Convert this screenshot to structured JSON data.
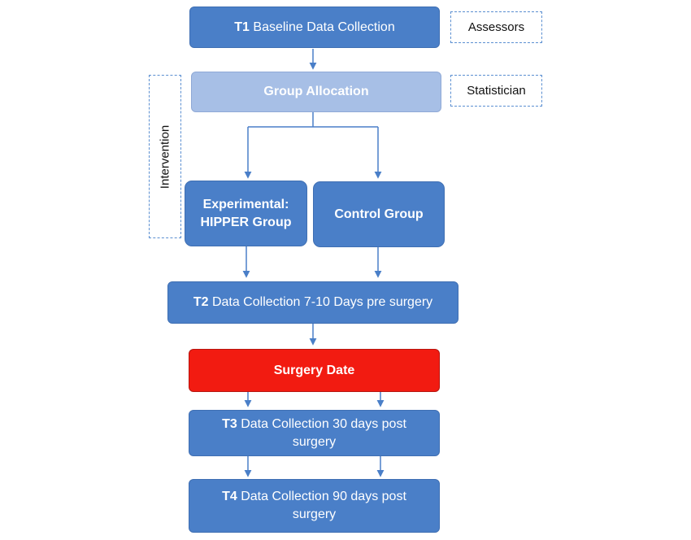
{
  "t1": {
    "prefix": "T1",
    "text": "Baseline Data Collection"
  },
  "assessors": "Assessors",
  "allocation": "Group Allocation",
  "statistician": "Statistician",
  "intervention": "Intervention",
  "experimental": {
    "line1": "Experimental:",
    "line2": "HIPPER Group"
  },
  "control": "Control Group",
  "t2": {
    "prefix": "T2",
    "text": "Data Collection 7-10 Days pre surgery"
  },
  "surgery": "Surgery Date",
  "t3": {
    "prefix": "T3",
    "line1": "Data Collection 30 days post",
    "line2": "surgery"
  },
  "t4": {
    "prefix": "T4",
    "line1": "Data Collection 90 days post",
    "line2": "surgery"
  },
  "colors": {
    "primary": "#4a7fc8",
    "allocation": "#a7bfe6",
    "surgery": "#f21b11",
    "dashed_border": "#5b8fd1"
  }
}
